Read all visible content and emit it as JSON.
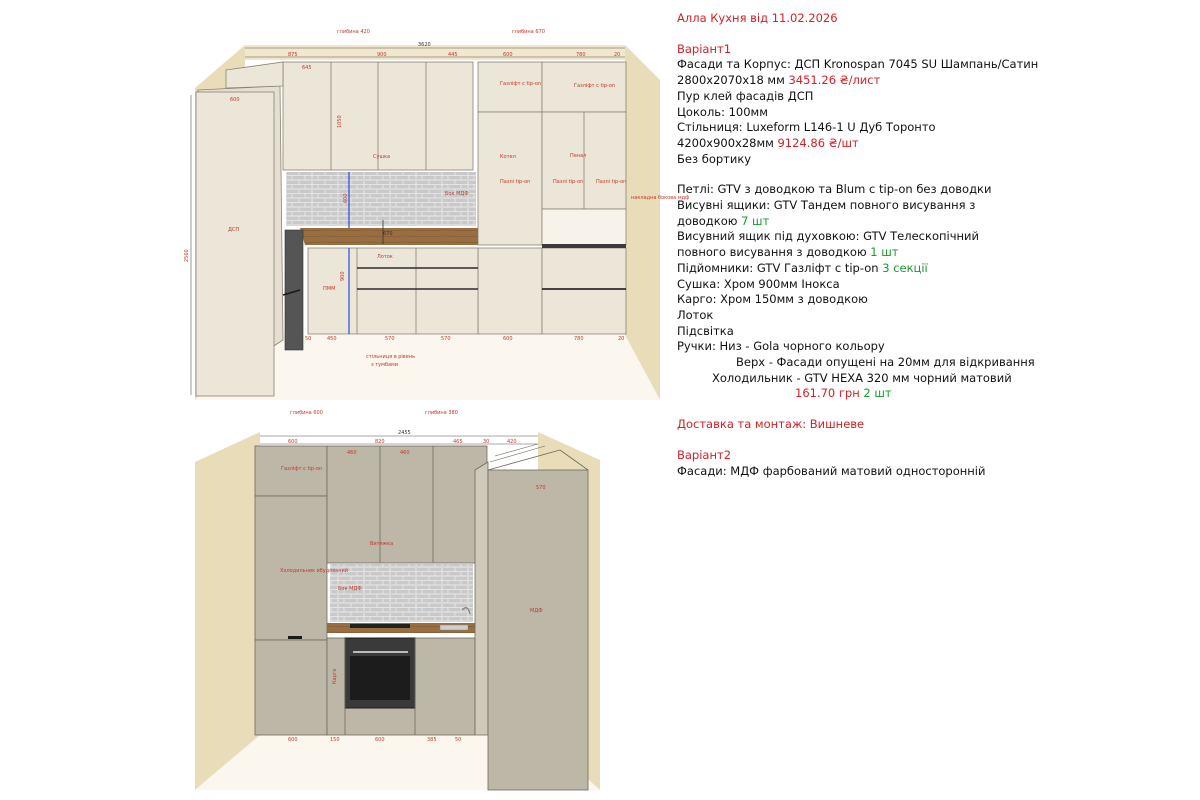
{
  "header": {
    "title": "Алла Кухня від 11.02.2026"
  },
  "variant1": {
    "title": "Варіант1",
    "facade_line1": "Фасади та Корпус: ДСП Kronospan 7045 SU Шампань/Сатин",
    "facade_line2": "2800х2070х18 мм ",
    "facade_price": "3451.26 ₴/лист",
    "glue": "Пур клей фасадів ДСП",
    "plinth": "Цоколь: 100мм",
    "worktop_line1": "Стільниця: Luxeform L146-1 U Дуб Торонто",
    "worktop_line2": "4200х900х28мм ",
    "worktop_price": "9124.86 ₴/шт",
    "no_border": "Без бортику",
    "hinges": "Петлі: GTV з доводкою та Blum с tip-on без доводки",
    "drawers_text": "Висувні ящики: GTV Тандем повного висування з доводкою ",
    "drawers_count": "7 шт",
    "oven_drawer_text": "Висувний ящик під духовкою: GTV Телескопічний повного висування з доводкою ",
    "oven_drawer_count": "1 шт",
    "lifts_text": "Підйомники: GTV Газліфт с tip-on ",
    "lifts_count": "3 секції",
    "dryer": "Сушка: Хром 900мм Інокса",
    "cargo": "Карго: Хром 150мм з доводкою",
    "tray": "Лоток",
    "lighting": "Підсвітка",
    "handles_label": "Ручки: ",
    "handles_bottom": "Низ - Gola чорного кольору",
    "handles_top": "Верх - Фасади опущені на 20мм для відкривання",
    "handles_fridge": "Холодильник - GTV HEXA 320 мм чорний матовий",
    "handles_price": "161.70 грн",
    "handles_count": " 2 шт",
    "delivery": "Доставка та монтаж: Вишневе"
  },
  "variant2": {
    "title": "Варіант2",
    "facade": "Фасади: МДФ фарбований матовий односторонній"
  },
  "drawing1": {
    "depth_top_left": "глибина 420",
    "depth_top_right": "глибина 670",
    "total_width": "3620",
    "top_dims": [
      "875",
      "900",
      "445",
      "600",
      "780",
      "20"
    ],
    "upper_dims": [
      "645"
    ],
    "fridge_depth": "600",
    "upper_height": "1050",
    "height_total": "2560",
    "backsplash_h": "600",
    "base_h": "900",
    "worktop_depth": "670",
    "labels": {
      "dsp": "ДСП",
      "dryer": "Сушка",
      "mdf_side": "Бок МДФ",
      "tray": "Лоток",
      "pmm": "ПММ",
      "gaslift1": "Газліфт с tip-on",
      "gaslift2": "Газліфт с tip-on",
      "boiler": "Котел",
      "push1": "Пазлі tip-on",
      "push2": "Пазлі tip-on",
      "push3": "Пазлі tip-on",
      "pencil": "Пенал",
      "side_panel": "накладна бокова мдф",
      "worktop_note1": "стільниця в рівень",
      "worktop_note2": "з тумбами"
    },
    "bottom_dims": [
      "50",
      "450",
      "570",
      "570",
      "600",
      "780",
      "20"
    ]
  },
  "drawing2": {
    "depth_left": "глибина 600",
    "depth_right": "глибина 380",
    "total_width": "2455",
    "top_dims": [
      "600",
      "820",
      "465",
      "30",
      "420"
    ],
    "upper_dims": [
      "460",
      "460"
    ],
    "right_dim": "570",
    "labels": {
      "gaslift": "Газліфт с tip-on",
      "built_fridge": "Холодильник вбудований",
      "dryer": "Витяжка",
      "mdf_side": "Бок МДФ",
      "cargo": "Карго",
      "mdf": "МДФ"
    },
    "bottom_dims": [
      "600",
      "150",
      "600",
      "385",
      "50"
    ]
  }
}
